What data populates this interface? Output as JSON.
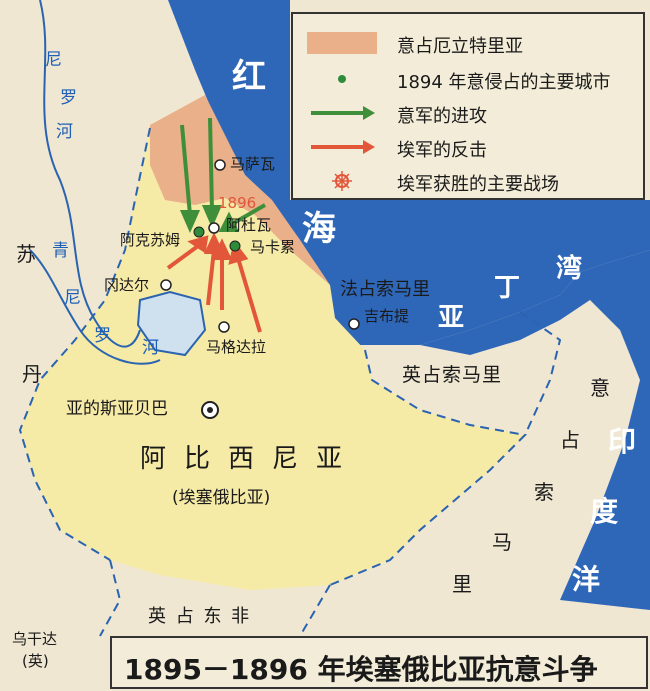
{
  "legend": {
    "items": [
      {
        "label": "意占厄立特里亚",
        "color": "#e9b089"
      },
      {
        "label": "1894 年意侵占的主要城市",
        "color": "#2e8b3a"
      },
      {
        "label": "意军的进攻",
        "color": "#3f8f3a"
      },
      {
        "label": "埃军的反击",
        "color": "#e2573a"
      },
      {
        "label": "埃军获胜的主要战场",
        "color": "#e2573a"
      }
    ]
  },
  "water": {
    "red_sea": [
      "红",
      "海"
    ],
    "gulf_of_aden": [
      "亚",
      "丁",
      "湾"
    ],
    "indian_ocean": [
      "印",
      "度",
      "洋"
    ],
    "nile": [
      "尼",
      "罗",
      "河"
    ],
    "blue_nile": [
      "青",
      "尼",
      "罗",
      "河"
    ]
  },
  "cities": {
    "massawa": "马萨瓦",
    "adwa": "阿杜瓦",
    "aksum": "阿克苏姆",
    "mekele": "马卡累",
    "gondar": "冈达尔",
    "magdala": "马格达拉",
    "djibouti": "吉布提",
    "addis_ababa": "亚的斯亚贝巴"
  },
  "battle_year": "1896",
  "regions": {
    "sudan": [
      "苏",
      "丹"
    ],
    "french_somaliland": "法占索马里",
    "british_somaliland": "英占索马里",
    "italian_somaliland": [
      "意",
      "占",
      "索",
      "马",
      "里"
    ],
    "british_east_africa": "英 占 东 非",
    "uganda": "乌干达",
    "uganda_note": "(英)",
    "abyssinia": "阿比西尼亚",
    "ethiopia_note": "(埃塞俄比亚)"
  },
  "colors": {
    "sea": "#2f67b8",
    "land": "#efe7d2",
    "ethiopia": "#f5eaa6",
    "eritrea": "#e9b089",
    "border": "#2a63b0",
    "italian_attack": "#3f8f3a",
    "ethiopian_counter": "#e2573a"
  },
  "title": "1895－1896 年埃塞俄比亚抗意斗争"
}
